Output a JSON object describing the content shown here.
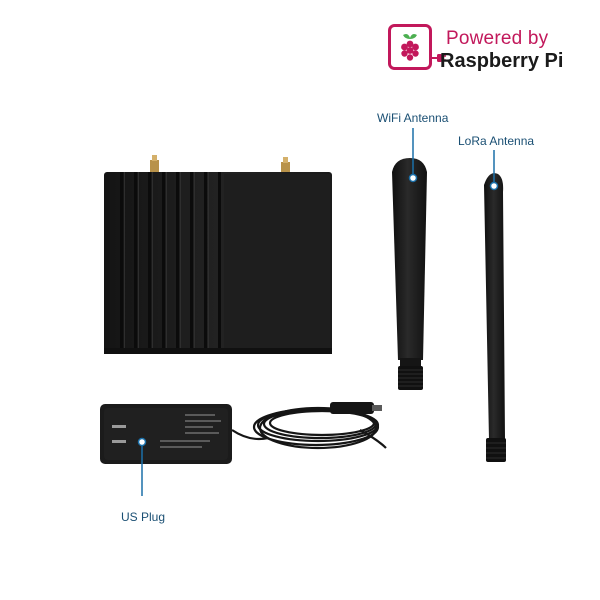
{
  "badge": {
    "line1": "Powered by",
    "line2": "Raspberry Pi",
    "logo_icon": "raspberry-pi-logo-icon",
    "accent": "#c2185b"
  },
  "labels": {
    "wifi": "WiFi Antenna",
    "lora": "LoRa Antenna",
    "plug": "US Plug"
  },
  "colors": {
    "callout": "#1a6fa8",
    "device": "#1c1c1c"
  }
}
